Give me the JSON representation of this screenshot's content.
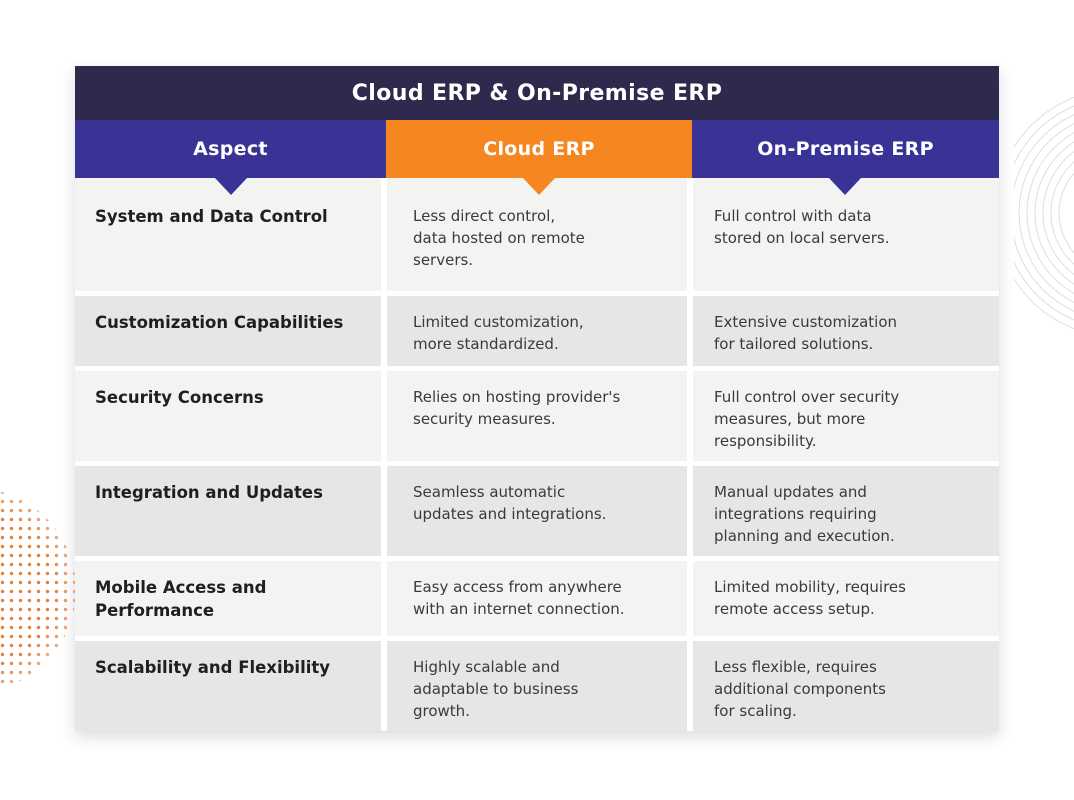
{
  "title": "Cloud ERP & On-Premise ERP",
  "colors": {
    "title_bar": "#2e2a4e",
    "header_indigo": "#3a3396",
    "header_orange": "#f6861f",
    "row_light": "#f3f3f2",
    "row_dark": "#e6e6e5",
    "dots_accent": "#e4813c"
  },
  "table": {
    "columns": [
      {
        "label": "Aspect"
      },
      {
        "label": "Cloud ERP"
      },
      {
        "label": "On-Premise ERP"
      }
    ],
    "rows": [
      {
        "aspect": "System and Data Control",
        "cloud": "Less direct control,\ndata hosted on remote\nservers.",
        "onprem": "Full control with data\nstored on local servers."
      },
      {
        "aspect": "Customization Capabilities",
        "cloud": "Limited customization,\nmore standardized.",
        "onprem": "Extensive customization\nfor tailored solutions."
      },
      {
        "aspect": "Security Concerns",
        "cloud": "Relies on hosting provider's\nsecurity measures.",
        "onprem": "Full control over security\nmeasures, but more\nresponsibility."
      },
      {
        "aspect": "Integration and Updates",
        "cloud": "Seamless automatic\nupdates and integrations.",
        "onprem": "Manual updates and\nintegrations requiring\nplanning and execution."
      },
      {
        "aspect": "Mobile Access and\nPerformance",
        "cloud": "Easy access from anywhere\nwith an internet connection.",
        "onprem": "Limited mobility, requires\nremote access setup."
      },
      {
        "aspect": "Scalability and Flexibility",
        "cloud": "Highly scalable and\nadaptable to business\ngrowth.",
        "onprem": "Less flexible, requires\nadditional components\nfor scaling."
      }
    ]
  }
}
